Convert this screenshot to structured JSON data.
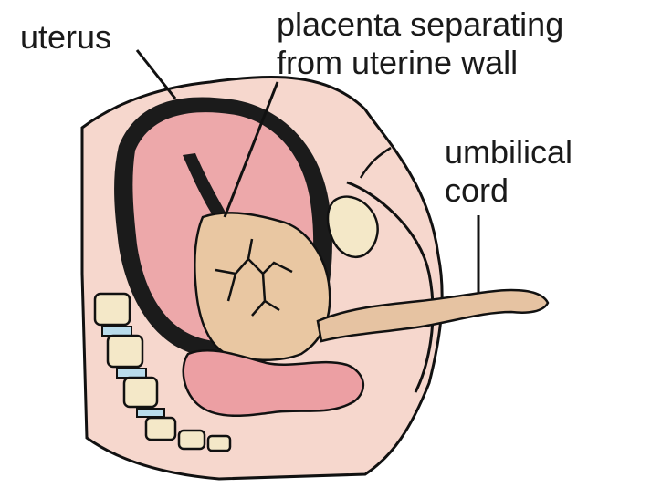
{
  "labels": {
    "uterus": "uterus",
    "placenta": [
      "placenta separating",
      "from uterine wall"
    ],
    "cord": [
      "umbilical",
      "cord"
    ]
  },
  "colors": {
    "outline": "#111111",
    "skin": "#f6d7cd",
    "uterine_cavity": "#eda8aa",
    "placenta": "#e9c7a2",
    "cord": "#e6c3a2",
    "spine_vertebra": "#f4e8c8",
    "spine_disc": "#b9dcec",
    "bowel": "#ec9fa3"
  }
}
